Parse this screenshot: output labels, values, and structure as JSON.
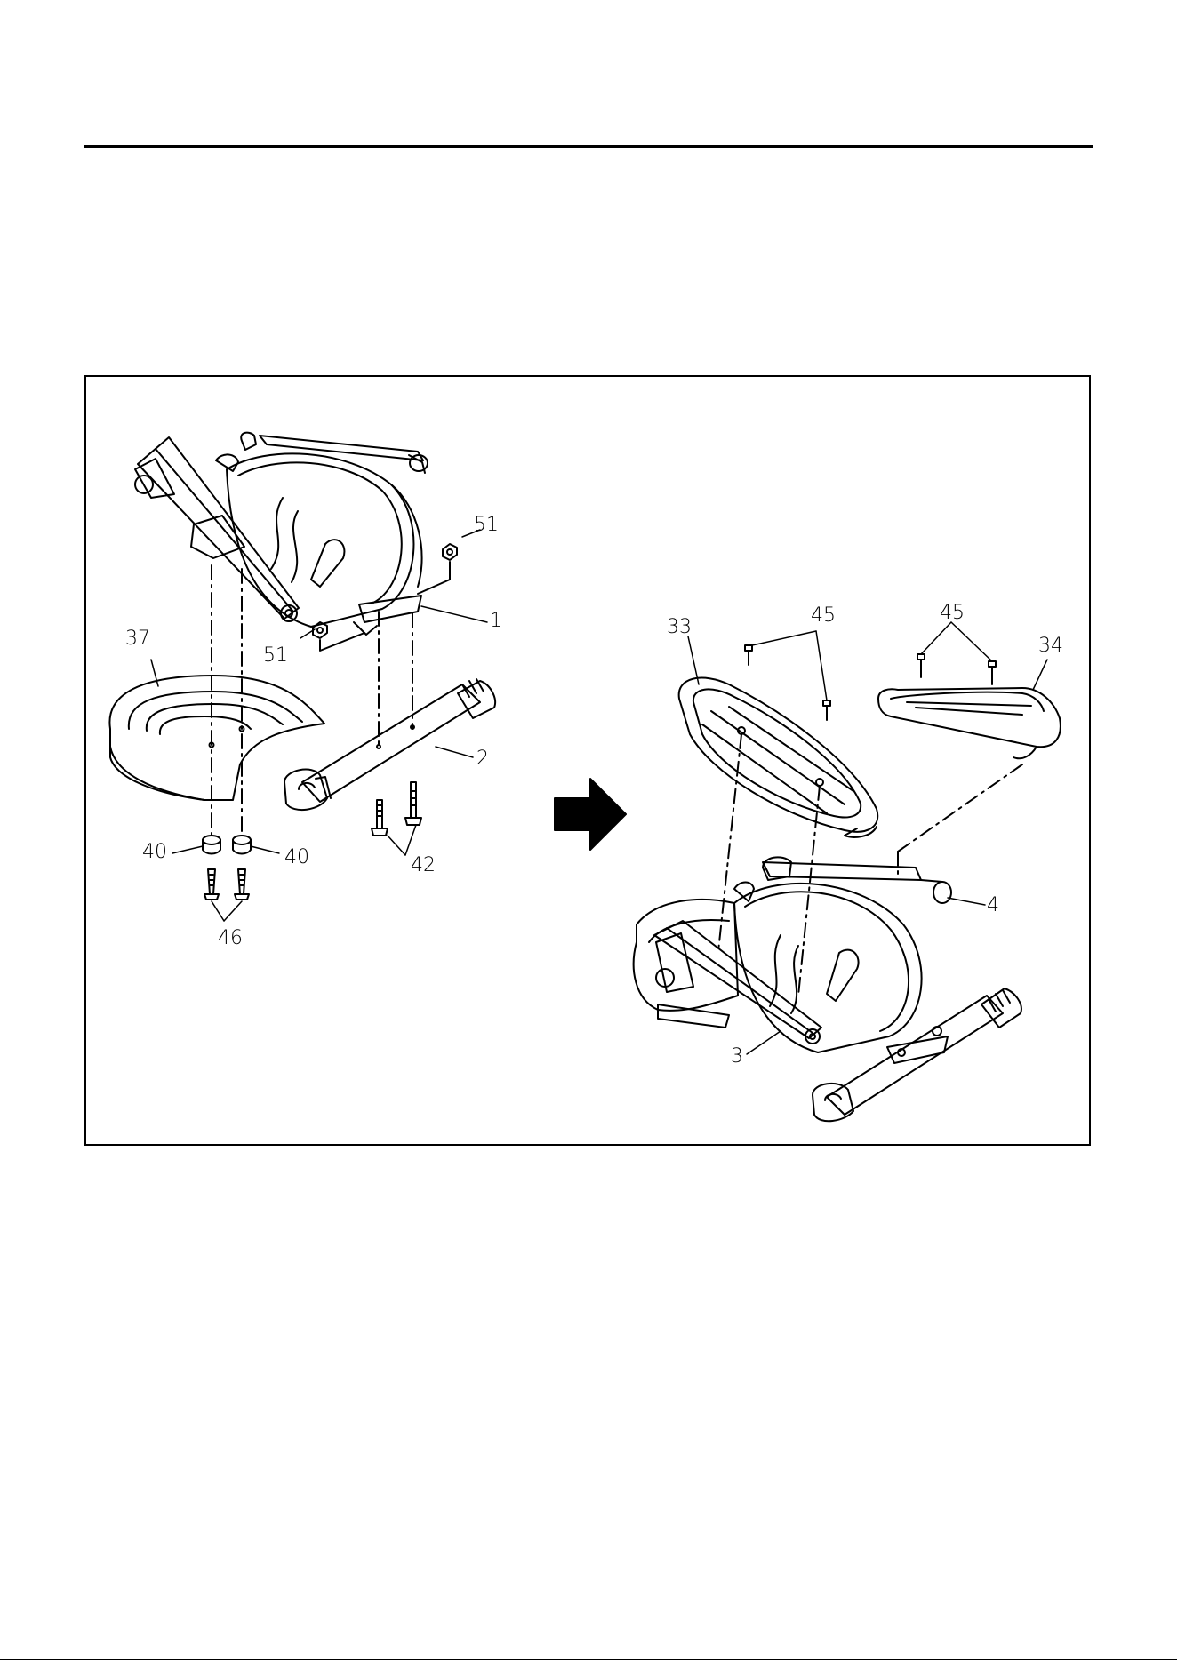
{
  "callouts": {
    "left": {
      "p51_top": "51",
      "p1": "1",
      "p51_mid": "51",
      "p37": "37",
      "p2": "2",
      "p40_left": "40",
      "p40_right": "40",
      "p42": "42",
      "p46": "46"
    },
    "right": {
      "p33": "33",
      "p45_a": "45",
      "p45_b": "45",
      "p34": "34",
      "p4": "4",
      "p3": "3"
    }
  },
  "icons": {
    "step_arrow": "arrow-right-icon"
  }
}
